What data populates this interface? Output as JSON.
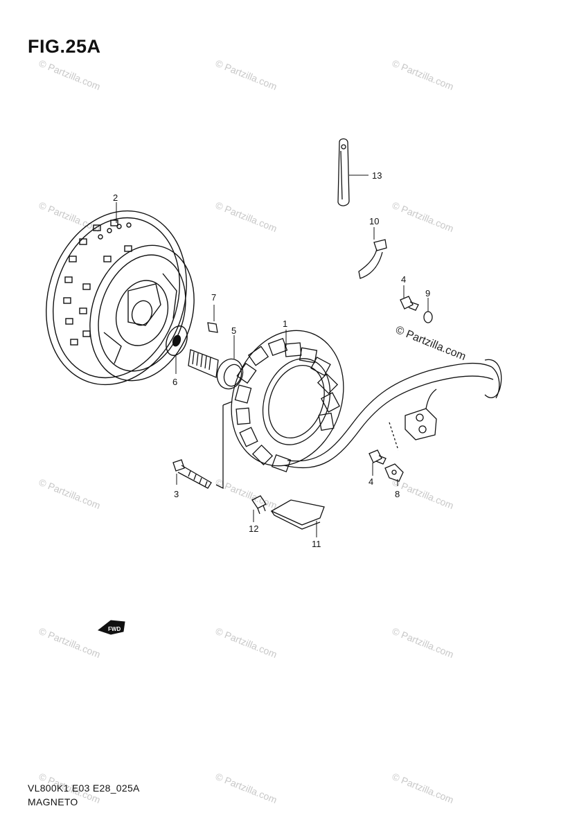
{
  "figure": {
    "title": "FIG.25A",
    "code": "VL800K1 E03 E28_025A",
    "name": "MAGNETO"
  },
  "callouts": [
    "1",
    "2",
    "3",
    "4",
    "4",
    "5",
    "6",
    "7",
    "8",
    "9",
    "10",
    "11",
    "12",
    "13"
  ],
  "fwd_label": "FWD",
  "watermark": "© Partzilla.com"
}
